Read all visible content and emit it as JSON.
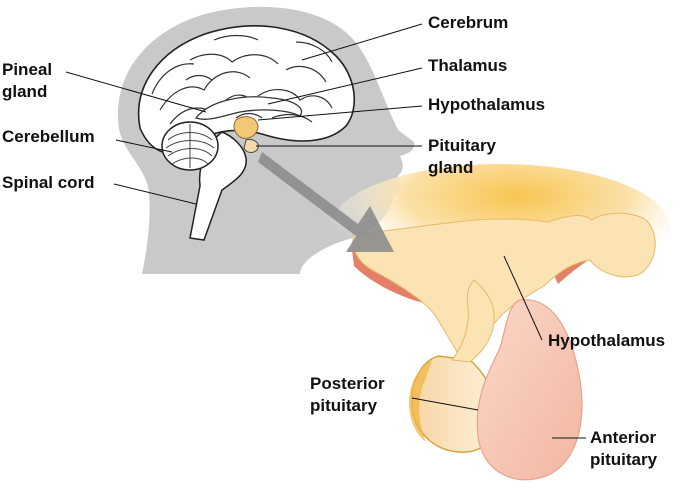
{
  "labels": {
    "cerebrum": "Cerebrum",
    "thalamus": "Thalamus",
    "hypothalamus_top": "Hypothalamus",
    "pituitary_line1": "Pituitary",
    "pituitary_line2": "gland",
    "pineal_line1": "Pineal",
    "pineal_line2": "gland",
    "cerebellum": "Cerebellum",
    "spinal_cord": "Spinal cord",
    "hypothalamus_detail": "Hypothalamus",
    "posterior_line1": "Posterior",
    "posterior_line2": "pituitary",
    "anterior_line1": "Anterior",
    "anterior_line2": "pituitary"
  },
  "colors": {
    "head_silhouette": "#c9c9c9",
    "hypothalamus_tissue": "#fbe3b4",
    "hypothalamus_core": "#f8cc6a",
    "posterior_lobe": "#fbe6c2",
    "posterior_edge": "#f0b548",
    "anterior_lobe": "#f6c9b7",
    "vessel_red": "#df6a4d",
    "magnify_arrow": "#8c8c8c"
  }
}
